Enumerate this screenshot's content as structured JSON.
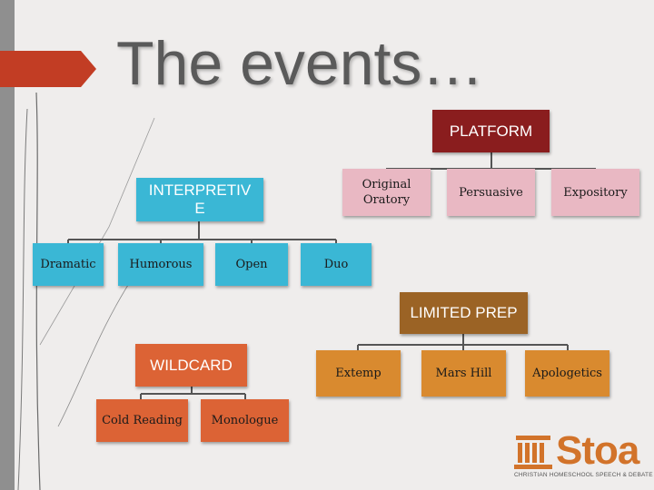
{
  "slide": {
    "title": "The events…"
  },
  "platform": {
    "header": "PLATFORM",
    "events": [
      "Original Oratory",
      "Persuasive",
      "Expository"
    ]
  },
  "interpretive": {
    "header": "INTERPRETIV\nE",
    "events": [
      "Dramatic",
      "Humorous",
      "Open",
      "Duo"
    ]
  },
  "limited_prep": {
    "header": "LIMITED PREP",
    "events": [
      "Extemp",
      "Mars Hill",
      "Apologetics"
    ]
  },
  "wildcard": {
    "header": "WILDCARD",
    "events": [
      "Cold Reading",
      "Monologue"
    ]
  },
  "logo": {
    "name": "Stoa",
    "tagline": "CHRISTIAN HOMESCHOOL SPEECH & DEBATE"
  },
  "colors": {
    "title_text": "#5a5a5a",
    "accent_red": "#c23d24",
    "platform_header": "#8a1d1e",
    "platform_boxes": "#e9b8c3",
    "interpretive": "#3ab7d5",
    "limited_prep_header": "#9b6325",
    "limited_prep_boxes": "#d98a2f",
    "wildcard": "#dc6335",
    "logo": "#d2732a"
  }
}
